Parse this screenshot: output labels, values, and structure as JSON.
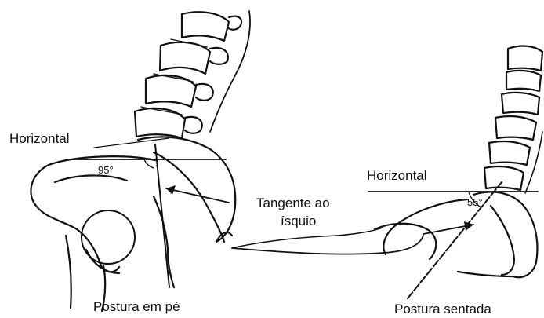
{
  "left_panel": {
    "horizontal_label": "Horizontal",
    "angle_label": "95°",
    "caption": "Postura em pé"
  },
  "center": {
    "tangent_line1": "Tangente ao",
    "tangent_line2": "ísquio"
  },
  "right_panel": {
    "horizontal_label": "Horizontal",
    "angle_label": "55°",
    "caption": "Postura sentada"
  },
  "colors": {
    "ink": "#111111",
    "background": "#ffffff"
  }
}
